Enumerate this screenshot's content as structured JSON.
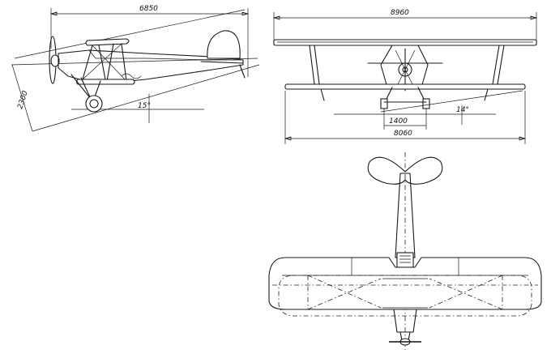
{
  "dimensions": {
    "side_length": "6850",
    "side_height": "2300",
    "side_angle": "15°",
    "upper_span": "8960",
    "track": "1400",
    "lower_span": "8060",
    "front_angle": "14°"
  }
}
